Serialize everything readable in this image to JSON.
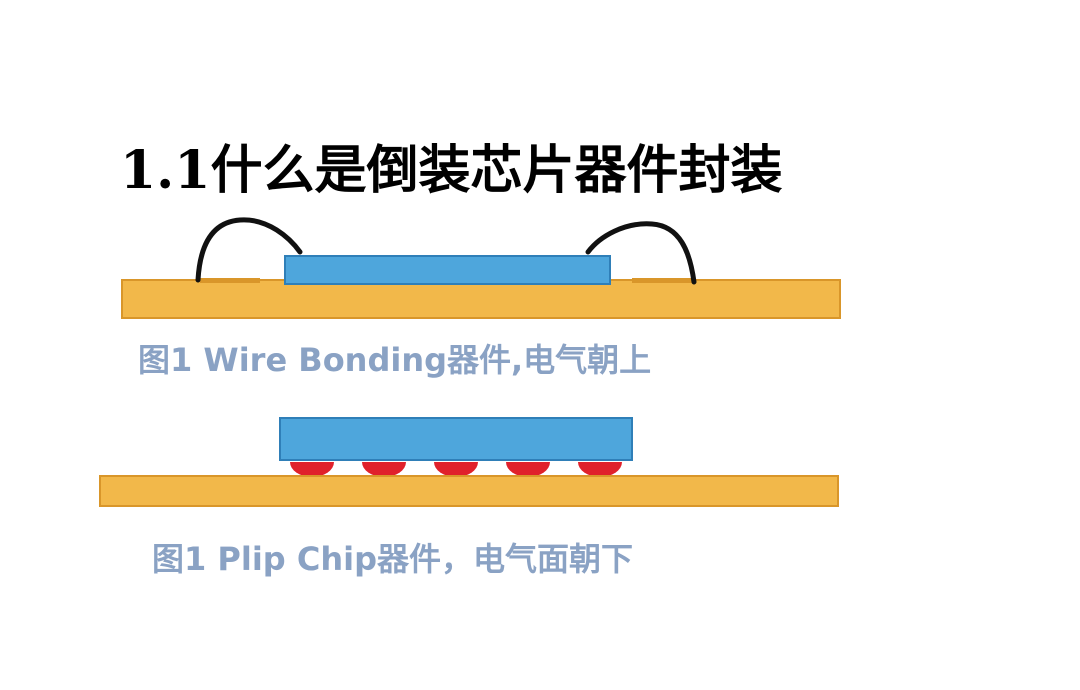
{
  "title": "1.1什么是倒装芯片器件封装",
  "figure_wire_bonding": {
    "caption": "图1 Wire Bonding器件,电气朝上"
  },
  "figure_flip_chip": {
    "caption": "图1 Plip Chip器件，电气面朝下",
    "bump_count": 5
  },
  "colors": {
    "substrate": "#f2b84a",
    "substrate_edge": "#d9962a",
    "die": "#4ea6dc",
    "die_edge": "#2f7fb8",
    "bump": "#e0212b",
    "wire": "#111111",
    "caption": "#8aa2c4",
    "title": "#000000"
  }
}
